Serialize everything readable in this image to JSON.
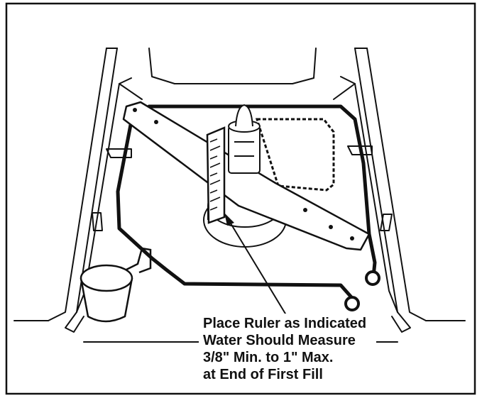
{
  "caption": {
    "line1": "Place Ruler as Indicated",
    "line2": "Water Should Measure",
    "line3": "3/8\" Min. to 1\" Max.",
    "line4": "at End of First Fill"
  },
  "colors": {
    "ink": "#111111",
    "background": "#ffffff"
  },
  "icons": [
    "dishwasher-tub-illustration",
    "spray-arm-icon",
    "ruler-icon",
    "cup-icon",
    "arrow-icon"
  ]
}
